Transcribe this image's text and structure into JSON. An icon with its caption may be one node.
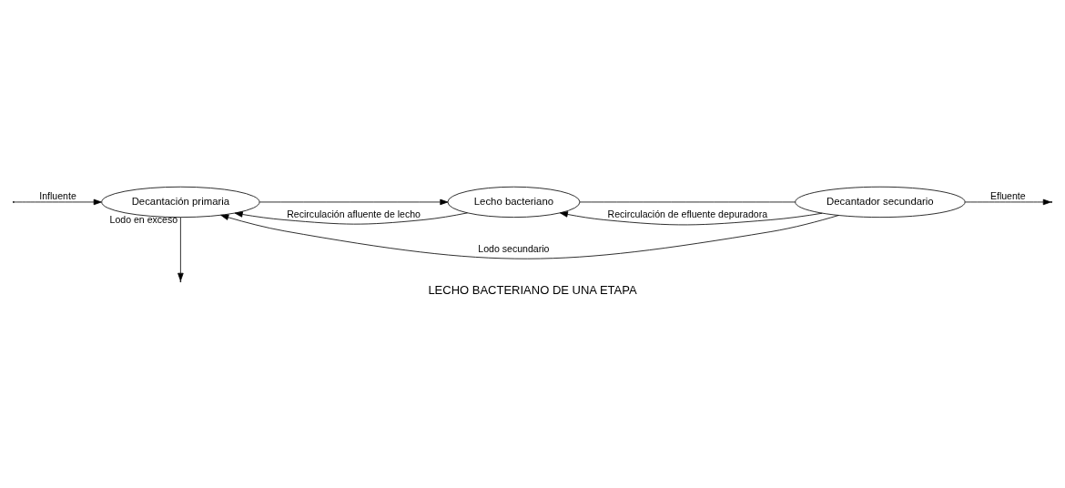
{
  "diagram": {
    "caption": "LECHO BACTERIANO DE UNA ETAPA",
    "nodes": [
      {
        "text": [
          "Decantación primaria"
        ]
      },
      {
        "text": [
          "Lecho bacteriano"
        ]
      },
      {
        "text": [
          "Decantador secundario"
        ]
      }
    ],
    "edges": [
      {
        "from": null,
        "to": 0,
        "arrow": "to",
        "label": "Influente"
      },
      {
        "from": 0,
        "to": 1,
        "arrow": "to"
      },
      {
        "from": 1,
        "to": 2,
        "arrow": "none"
      },
      {
        "from": 2,
        "to": null,
        "arrow": "to",
        "label": "Efluente"
      },
      {
        "from": 0,
        "to": null,
        "arrow": "to",
        "label": "Lodo en exceso"
      },
      {
        "from": 1,
        "to": 0,
        "arrow": "to",
        "label": "Recirculación afluente de lecho"
      },
      {
        "from": 2,
        "to": 0,
        "arrow": "to",
        "label": "Lodo secundario"
      },
      {
        "from": 2,
        "to": 1,
        "arrow": "to",
        "label": "Recirculación de efluente depuradora"
      }
    ]
  }
}
